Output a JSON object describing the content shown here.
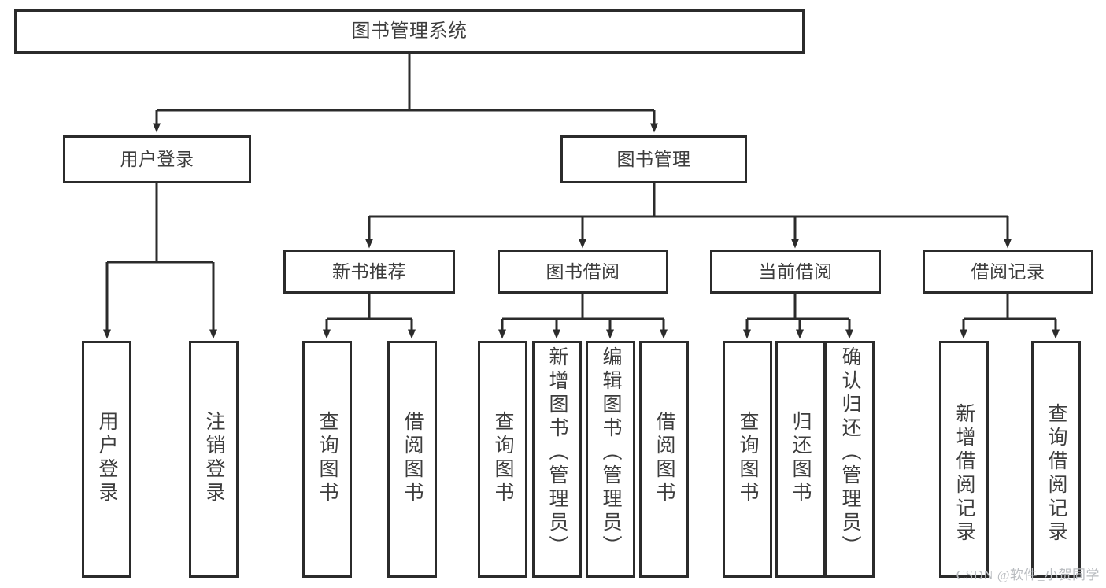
{
  "diagram": {
    "title": "图书管理系统",
    "type": "tree",
    "watermark": "CSDN @软件_小贺同学",
    "colors": {
      "stroke": "#2b2b2b",
      "text": "#3d3d3d",
      "background": "#ffffff",
      "watermark": "#b9bcc0"
    },
    "nodes": {
      "root": "图书管理系统",
      "level2": [
        "用户登录",
        "图书管理"
      ],
      "level3": [
        "新书推荐",
        "图书借阅",
        "当前借阅",
        "借阅记录"
      ],
      "leaves": {
        "user_login": [
          "用户登录",
          "注销登录"
        ],
        "new_book": [
          "查询图书",
          "借阅图书"
        ],
        "book_borrow": [
          "查询图书",
          "新增图书（管理员）",
          "编辑图书（管理员）",
          "借阅图书"
        ],
        "current_borrow": [
          "查询图书",
          "归还图书",
          "确认归还（管理员）"
        ],
        "borrow_record": [
          "新增借阅记录",
          "查询借阅记录"
        ]
      }
    }
  }
}
